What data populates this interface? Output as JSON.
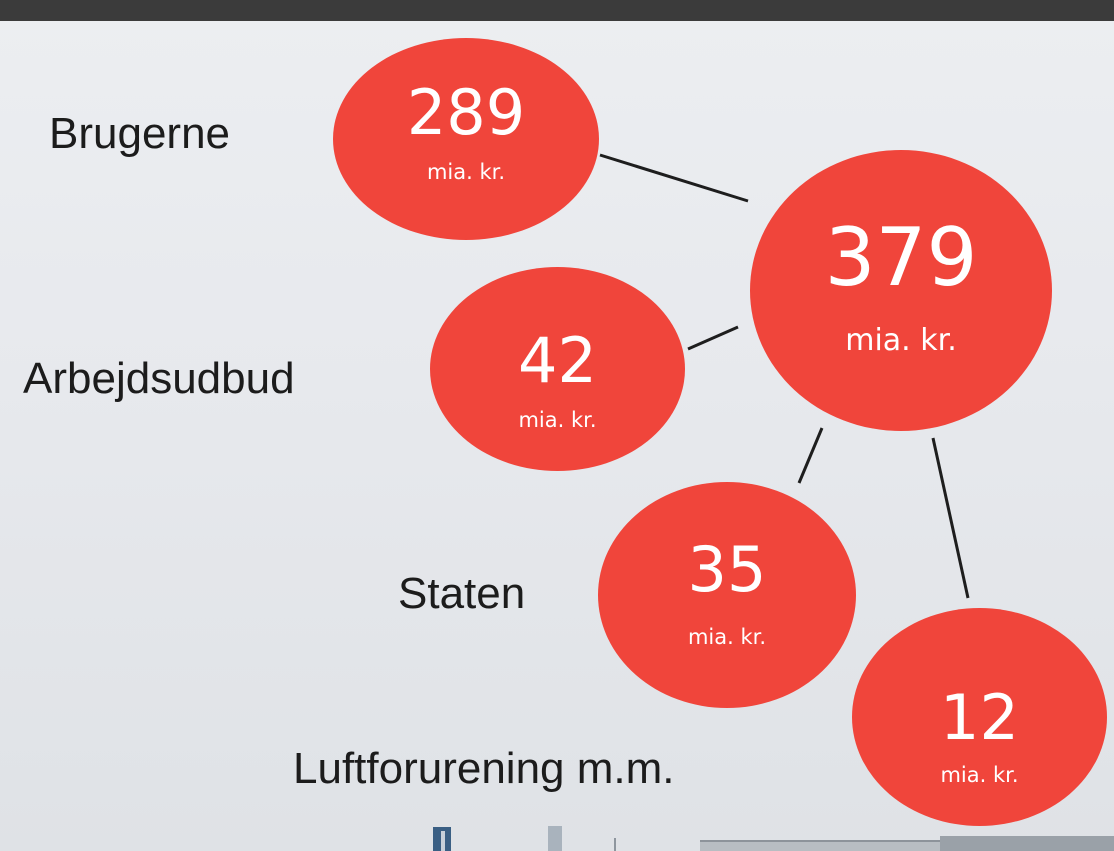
{
  "colors": {
    "bubble": "#f0453b",
    "text": "#1c1c1c",
    "bubble_text": "#ffffff",
    "top_bar": "#3b3b3b"
  },
  "total": {
    "value": "379",
    "unit": "mia. kr."
  },
  "components": [
    {
      "label": "Brugerne",
      "value": "289",
      "unit": "mia. kr."
    },
    {
      "label": "Arbejdsudbud",
      "value": "42",
      "unit": "mia. kr."
    },
    {
      "label": "Staten",
      "value": "35",
      "unit": "mia. kr."
    },
    {
      "label": "Luftforurening m.m.",
      "value": "12",
      "unit": "mia. kr."
    }
  ]
}
